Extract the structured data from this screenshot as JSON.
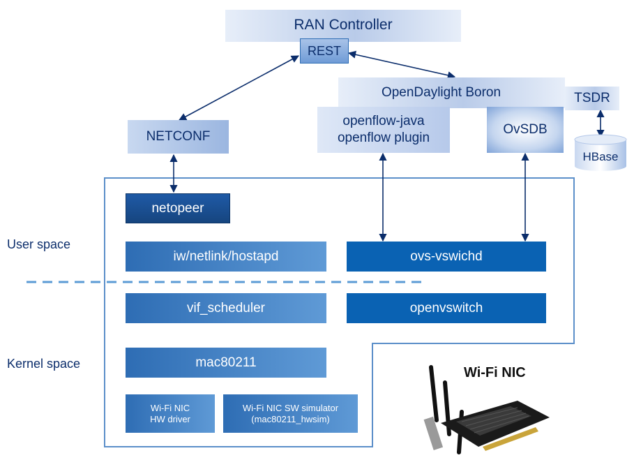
{
  "controller": {
    "ran_controller": "RAN Controller",
    "rest": "REST",
    "opendaylight": "OpenDaylight Boron",
    "openflow_line1": "openflow-java",
    "openflow_line2": "openflow plugin",
    "ovsdb": "OvSDB",
    "tsdr": "TSDR",
    "hbase": "HBase",
    "netconf": "NETCONF"
  },
  "spaces": {
    "user": "User space",
    "kernel": "Kernel space"
  },
  "host": {
    "netopeer": "netopeer",
    "iw": "iw/netlink/hostapd",
    "ovs_vswitchd": "ovs-vswichd",
    "vif_scheduler": "vif_scheduler",
    "openvswitch": "openvswitch",
    "mac80211": "mac80211",
    "hw_driver_line1": "Wi-Fi NIC",
    "hw_driver_line2": "HW driver",
    "sim_line1": "Wi-Fi NIC SW simulator",
    "sim_line2": "(mac80211_hwsim)"
  },
  "nic": {
    "label": "Wi-Fi NIC"
  },
  "colors": {
    "outline": "#5b8fc9",
    "dashed": "#5b9bd5",
    "arrow": "#0b2d6b",
    "solid_box": "#0a62b3"
  }
}
